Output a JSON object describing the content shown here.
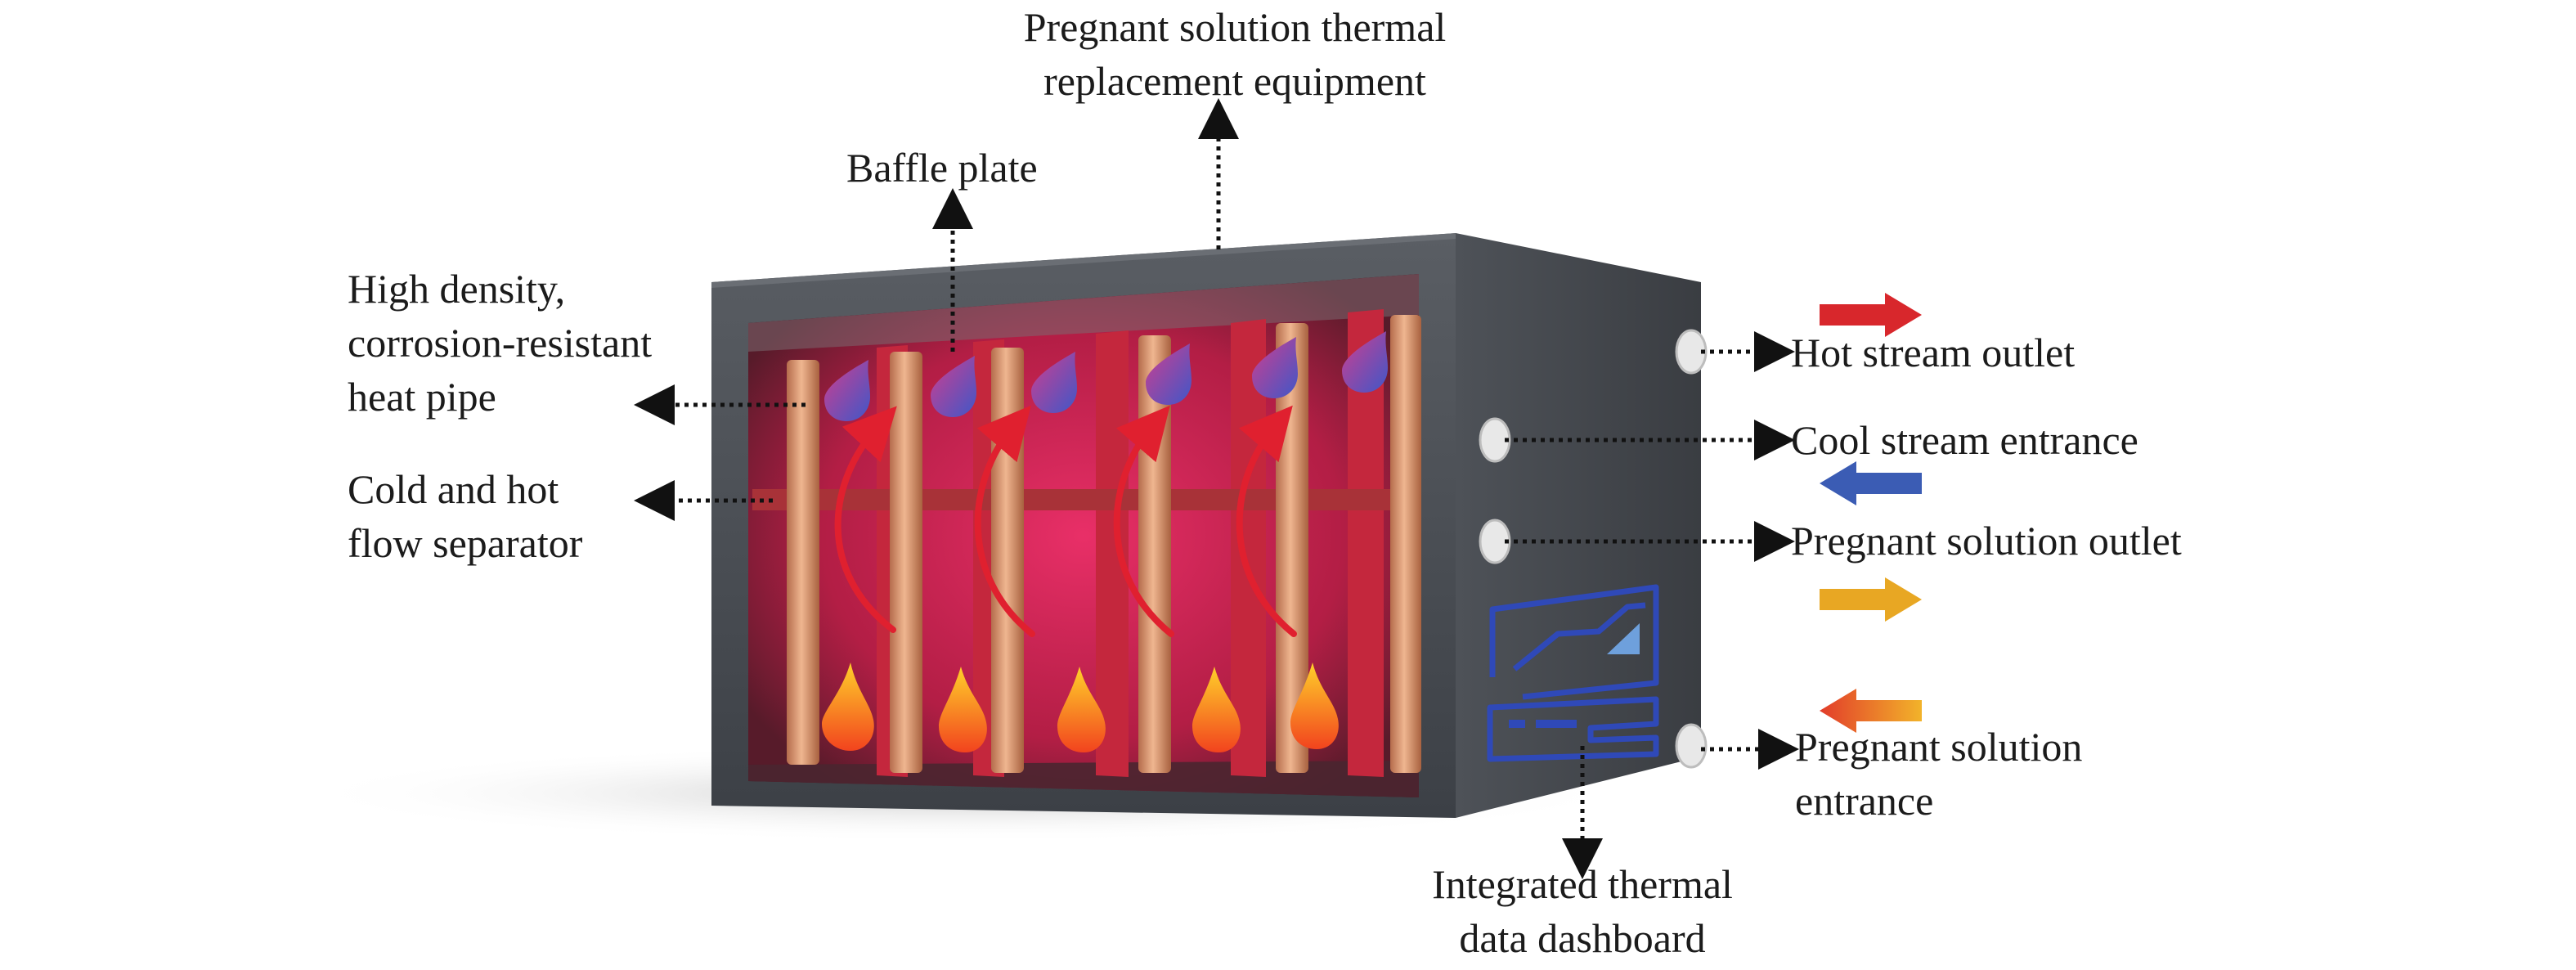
{
  "labels": {
    "equipment": [
      "Pregnant solution thermal",
      "replacement equipment"
    ],
    "baffle": "Baffle plate",
    "heat_pipe": [
      "High density,",
      "corrosion-resistant",
      "heat pipe"
    ],
    "separator": [
      "Cold and hot",
      "flow separator"
    ],
    "hot_outlet": "Hot stream outlet",
    "cool_entrance": "Cool stream entrance",
    "ps_outlet": "Pregnant solution outlet",
    "ps_entrance": [
      "Pregnant solution",
      "entrance"
    ],
    "dashboard": [
      "Integrated thermal",
      "data dashboard"
    ]
  },
  "stream_arrows": [
    {
      "name": "hot-stream-arrow",
      "direction": "right",
      "color": "#d8272c"
    },
    {
      "name": "cool-stream-arrow",
      "direction": "left",
      "color": "#3b5cb4"
    },
    {
      "name": "pregnant-outlet-arrow",
      "direction": "right",
      "color": "#e8a723"
    },
    {
      "name": "pregnant-entrance-arrow",
      "direction": "left",
      "color": "#e95a2a"
    }
  ],
  "colors": {
    "box": "#4b4f55",
    "glow": "#f0306a",
    "pipe": "#c98462",
    "separator": "#a83a3a",
    "dashboard": "#2f49b8"
  }
}
